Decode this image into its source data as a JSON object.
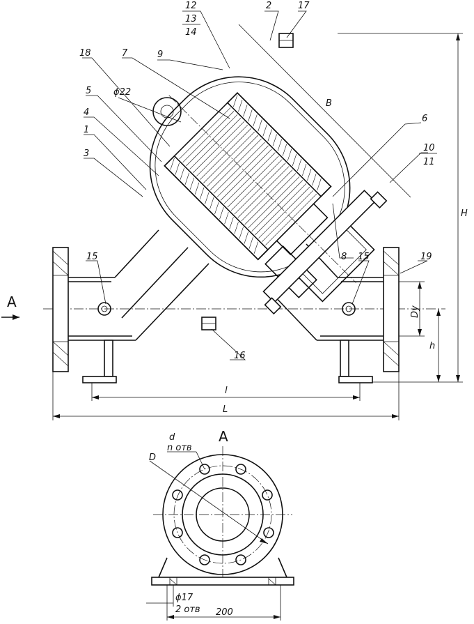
{
  "callouts": {
    "c1": "1",
    "c2": "2",
    "c3": "3",
    "c4": "4",
    "c5": "5",
    "c6": "6",
    "c7": "7",
    "c8": "8",
    "c9": "9",
    "c10": "10",
    "c11": "11",
    "c12": "12",
    "c13": "13",
    "c14": "14",
    "c15a": "15",
    "c15b": "15",
    "c16": "16",
    "c17": "17",
    "c18": "18",
    "c19": "19"
  },
  "dimensions": {
    "hole": "ϕ22",
    "B": "B",
    "H": "H",
    "Dy": "Dy",
    "h": "h",
    "l": "l",
    "L": "L",
    "d": "d",
    "n_holes": "n отв",
    "D": "D",
    "base_hole": "ϕ17",
    "base_holes_count": "2 отв",
    "base_width": "200"
  },
  "views": {
    "arrow_label": "A",
    "section_label": "A"
  }
}
